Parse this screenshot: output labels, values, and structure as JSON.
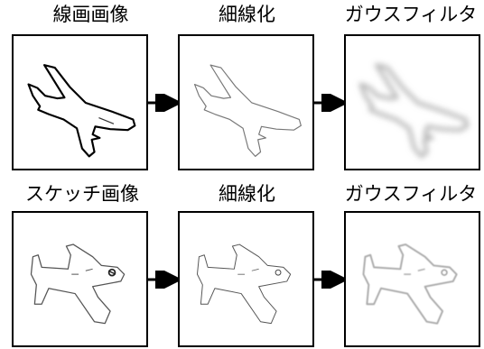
{
  "rows": [
    {
      "labels": [
        "線画画像",
        "細線化",
        "ガウスフィルタ"
      ],
      "icons": [
        "airplane-line-drawing",
        "airplane-thinned",
        "airplane-gaussian-blurred"
      ]
    },
    {
      "labels": [
        "スケッチ画像",
        "細線化",
        "ガウスフィルタ"
      ],
      "icons": [
        "airplane-sketch",
        "airplane-sketch-thinned",
        "airplane-sketch-gaussian-blurred"
      ]
    }
  ]
}
